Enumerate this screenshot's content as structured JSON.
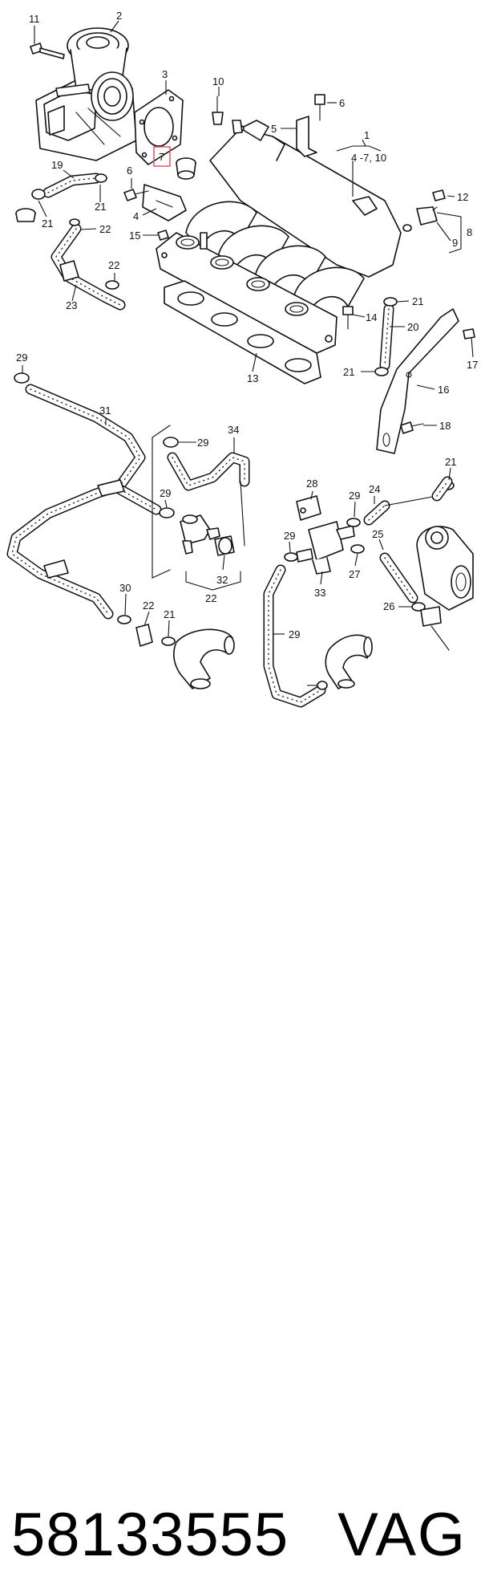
{
  "callouts": [
    {
      "id": "c11",
      "text": "11"
    },
    {
      "id": "c2",
      "text": "2"
    },
    {
      "id": "c3",
      "text": "3"
    },
    {
      "id": "c10",
      "text": "10"
    },
    {
      "id": "c6a",
      "text": "6"
    },
    {
      "id": "c5",
      "text": "5"
    },
    {
      "id": "c1",
      "text": "1"
    },
    {
      "id": "c1sub",
      "text": "4 -7, 10"
    },
    {
      "id": "c7",
      "text": "7"
    },
    {
      "id": "c19",
      "text": "19"
    },
    {
      "id": "c6b",
      "text": "6"
    },
    {
      "id": "c21a",
      "text": "21"
    },
    {
      "id": "c21b",
      "text": "21"
    },
    {
      "id": "c4",
      "text": "4"
    },
    {
      "id": "c22a",
      "text": "22"
    },
    {
      "id": "c15",
      "text": "15"
    },
    {
      "id": "c12",
      "text": "12"
    },
    {
      "id": "c8",
      "text": "8"
    },
    {
      "id": "c9",
      "text": "9"
    },
    {
      "id": "c22b",
      "text": "22"
    },
    {
      "id": "c23",
      "text": "23"
    },
    {
      "id": "c21c",
      "text": "21"
    },
    {
      "id": "c14",
      "text": "14"
    },
    {
      "id": "c20",
      "text": "20"
    },
    {
      "id": "c17",
      "text": "17"
    },
    {
      "id": "c21d",
      "text": "21"
    },
    {
      "id": "c13",
      "text": "13"
    },
    {
      "id": "c16",
      "text": "16"
    },
    {
      "id": "c29a",
      "text": "29"
    },
    {
      "id": "c31",
      "text": "31"
    },
    {
      "id": "c18",
      "text": "18"
    },
    {
      "id": "c34",
      "text": "34"
    },
    {
      "id": "c29b",
      "text": "29"
    },
    {
      "id": "c21e",
      "text": "21"
    },
    {
      "id": "c28",
      "text": "28"
    },
    {
      "id": "c29c",
      "text": "29"
    },
    {
      "id": "c24",
      "text": "24"
    },
    {
      "id": "c29d",
      "text": "29"
    },
    {
      "id": "c25",
      "text": "25"
    },
    {
      "id": "c29e",
      "text": "29"
    },
    {
      "id": "c27",
      "text": "27"
    },
    {
      "id": "c33",
      "text": "33"
    },
    {
      "id": "c32",
      "text": "32"
    },
    {
      "id": "c22c",
      "text": "22"
    },
    {
      "id": "c30",
      "text": "30"
    },
    {
      "id": "c22d",
      "text": "22"
    },
    {
      "id": "c21f",
      "text": "21"
    },
    {
      "id": "c26",
      "text": "26"
    },
    {
      "id": "c29f",
      "text": "29"
    }
  ],
  "caption": {
    "part_number": "58133555",
    "brand": "VAG"
  },
  "colors": {
    "line": "#111111",
    "highlight_box": "#e04a5a",
    "background": "#ffffff"
  }
}
